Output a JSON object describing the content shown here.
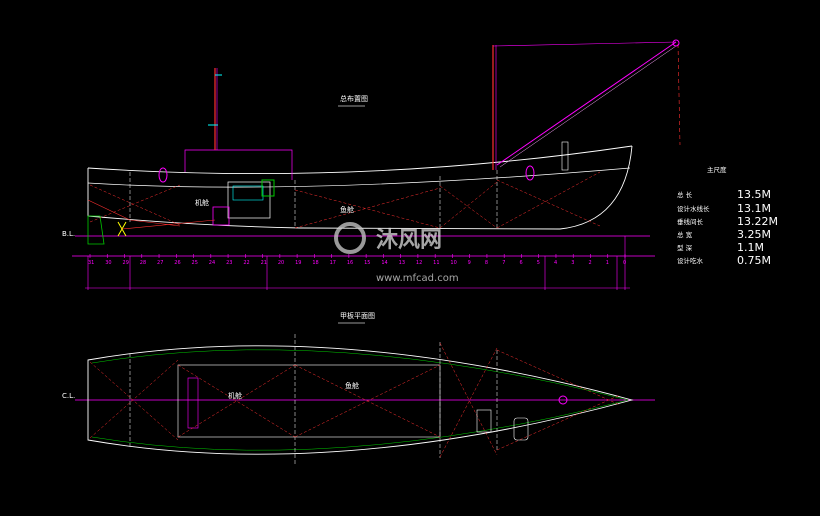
{
  "drawing": {
    "profile_title": "总布置图",
    "deck_title": "甲板平面图",
    "baseline_label": "B.L.",
    "centerline_label": "C.L.",
    "profile_rooms": [
      "机舱",
      "鱼舱"
    ],
    "deck_rooms": [
      "机舱",
      "鱼舱"
    ],
    "frame_numbers": [
      "31",
      "30",
      "29",
      "28",
      "27",
      "26",
      "25",
      "24",
      "23",
      "22",
      "21",
      "20",
      "19",
      "18",
      "17",
      "16",
      "15",
      "14",
      "13",
      "12",
      "11",
      "10",
      "9",
      "8",
      "7",
      "6",
      "5",
      "4",
      "3",
      "2",
      "1",
      "0"
    ]
  },
  "particulars": {
    "title": "主尺度",
    "rows": [
      {
        "label": "总    长",
        "value": "13.5M"
      },
      {
        "label": "设计水线长",
        "value": "13.1M"
      },
      {
        "label": "垂线间长",
        "value": "13.22M"
      },
      {
        "label": "总    宽",
        "value": "3.25M"
      },
      {
        "label": "型    深",
        "value": "1.1M"
      },
      {
        "label": "设计吃水",
        "value": "0.75M"
      }
    ]
  },
  "watermark": {
    "brand": "沐风网",
    "url": "www.mfcad.com"
  },
  "colors": {
    "background": "#000000",
    "hull": "#ffffff",
    "dimension": "#ff00ff",
    "structure": "#ff3030",
    "accent": "#00ffff",
    "green": "#00cc00"
  }
}
